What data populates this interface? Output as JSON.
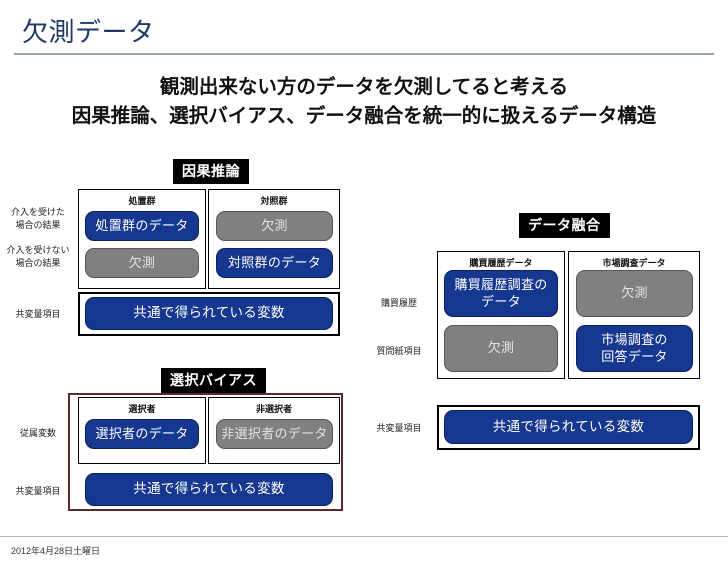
{
  "slide": {
    "title": "欠測データ",
    "headline_line1": "観測出来ない方のデータを欠測してると考える",
    "headline_line2": "因果推論、選択バイアス、データ融合を統一的に扱えるデータ構造",
    "footer_date": "2012年4月28日土曜日"
  },
  "colors": {
    "title_navy": "#1f3864",
    "rule_gray": "#9aa5b1",
    "badge_black": "#000000",
    "pill_blue": "#16378f",
    "pill_gray": "#808080",
    "frame_black": "#000000",
    "frame_maroon": "#5b2b2b",
    "background": "#ffffff"
  },
  "sections": {
    "causal_inference": {
      "badge": "因果推論",
      "column_headers": [
        "処置群",
        "対照群"
      ],
      "row_labels": [
        {
          "line1": "介入を受けた",
          "line2": "場合の結果"
        },
        {
          "line1": "介入を受けない",
          "line2": "場合の結果"
        }
      ],
      "covariate_row_label": "共変量項目",
      "cells": [
        {
          "text": "処置群のデータ",
          "state": "observed"
        },
        {
          "text": "欠測",
          "state": "missing"
        },
        {
          "text": "欠測",
          "state": "missing"
        },
        {
          "text": "対照群のデータ",
          "state": "observed"
        }
      ],
      "covariate_text": "共通で得られている変数"
    },
    "selection_bias": {
      "badge": "選択バイアス",
      "column_headers": [
        "選択者",
        "非選択者"
      ],
      "row_labels": [
        {
          "line1": "従属変数",
          "line2": ""
        }
      ],
      "covariate_row_label": "共変量項目",
      "cells": [
        {
          "text": "選択者のデータ",
          "state": "observed"
        },
        {
          "text": "非選択者のデータ",
          "state": "missing"
        }
      ],
      "covariate_text": "共通で得られている変数"
    },
    "data_fusion": {
      "badge": "データ融合",
      "column_headers": [
        "購買履歴データ",
        "市場調査データ"
      ],
      "row_labels": [
        {
          "line1": "購買履歴",
          "line2": ""
        },
        {
          "line1": "質問紙項目",
          "line2": ""
        }
      ],
      "covariate_row_label": "共変量項目",
      "cells": [
        {
          "text": "購買履歴調査の\nデータ",
          "state": "observed"
        },
        {
          "text": "欠測",
          "state": "missing"
        },
        {
          "text": "欠測",
          "state": "missing"
        },
        {
          "text": "市場調査の\n回答データ",
          "state": "observed"
        }
      ],
      "covariate_text": "共通で得られている変数"
    }
  }
}
